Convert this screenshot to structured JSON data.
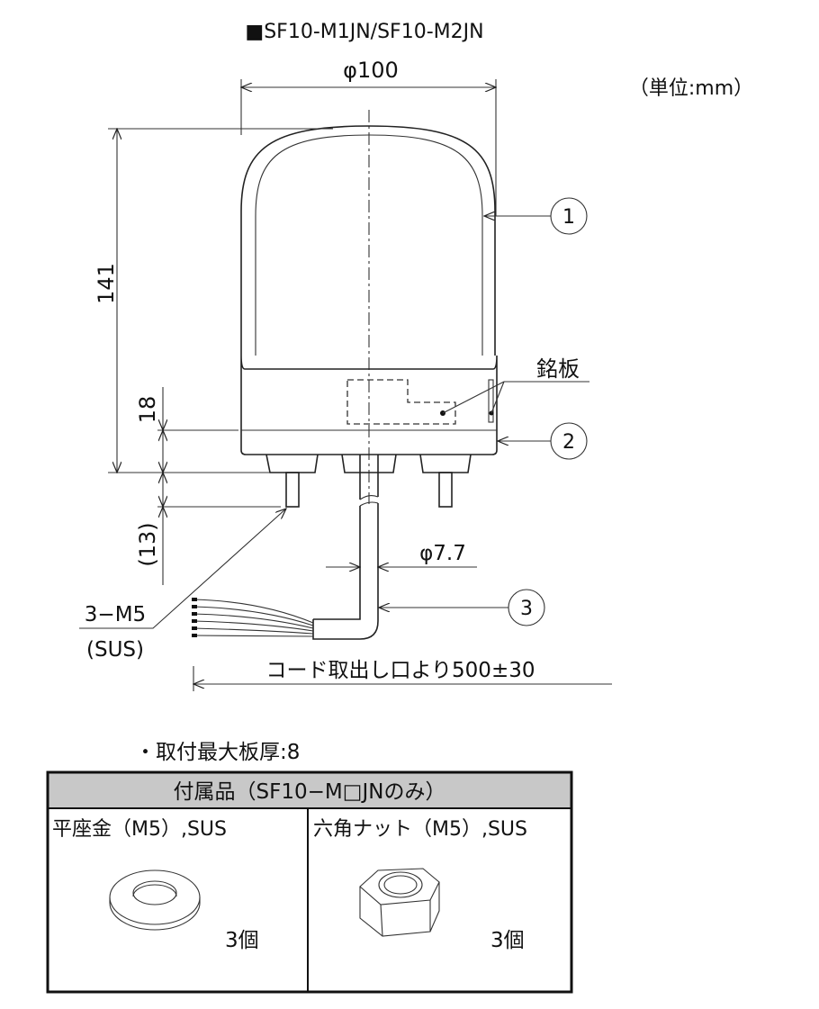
{
  "title": "■SF10-M1JN/SF10-M2JN",
  "unit_label": "（単位:mm）",
  "dimensions": {
    "diameter": "φ100",
    "height": "141",
    "base_height": "18",
    "bolt_length": "(13)",
    "cable_diameter": "φ7.7",
    "cable_length": "コード取出し口より500±30"
  },
  "labels": {
    "nameplate": "銘板",
    "bolt": "3−M5",
    "bolt_material": "(SUS)",
    "callout_1": "1",
    "callout_2": "2",
    "callout_3": "3"
  },
  "note": "・取付最大板厚:8",
  "accessories": {
    "header": "付属品（SF10−M□JNのみ）",
    "items": [
      {
        "name": "平座金（M5）,SUS",
        "qty": "3個"
      },
      {
        "name": "六角ナット（M5）,SUS",
        "qty": "3個"
      }
    ],
    "header_color": "#c8c8c8"
  }
}
